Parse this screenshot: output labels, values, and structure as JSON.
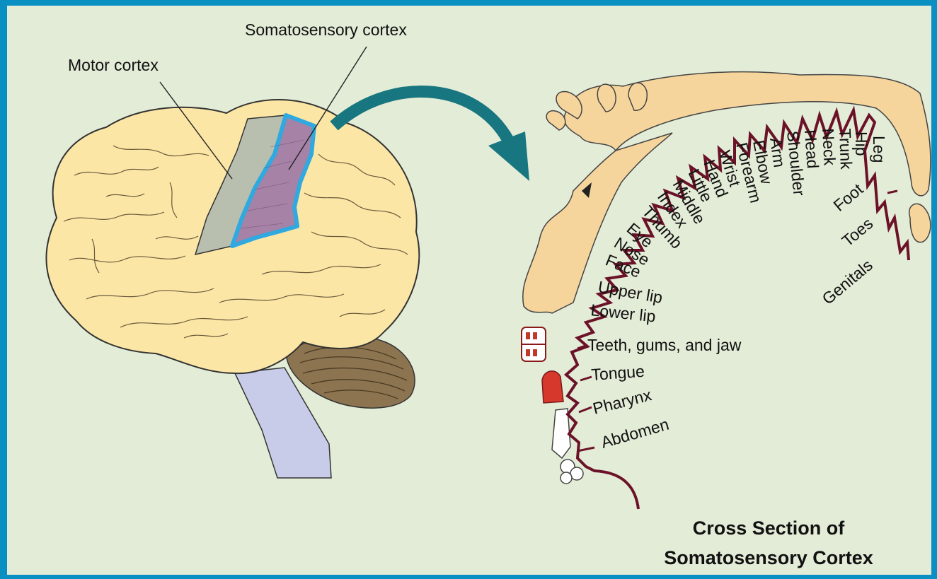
{
  "labels": {
    "motor_cortex": "Motor cortex",
    "somatosensory_cortex": "Somatosensory cortex"
  },
  "caption": {
    "line1": "Cross Section of",
    "line2": "Somatosensory Cortex"
  },
  "homunculus_body_parts": [
    "Leg",
    "Hip",
    "Trunk",
    "Neck",
    "Head",
    "Shoulder",
    "Arm",
    "Elbow",
    "Forearm",
    "Wrist",
    "Hand",
    "Little",
    "Middle",
    "Index",
    "Thumb",
    "Eye",
    "Nose",
    "Face",
    "Upper lip",
    "Lower lip",
    "Teeth, gums, and jaw",
    "Tongue",
    "Pharynx",
    "Abdomen",
    "Foot",
    "Toes",
    "Genitals"
  ],
  "colors": {
    "frame_border": "#0a8fc2",
    "background": "#e3ecd7",
    "brain": "#fbe6a6",
    "motor_cortex": "#b9bfae",
    "somatosensory_cortex": "#a582a6",
    "somatosensory_outline": "#2fa9df",
    "cerebellum": "#8d7450",
    "brainstem": "#c9cce8",
    "arrow": "#17767f",
    "cortex_line": "#6b1228",
    "homunculus": "#f6d59d"
  }
}
